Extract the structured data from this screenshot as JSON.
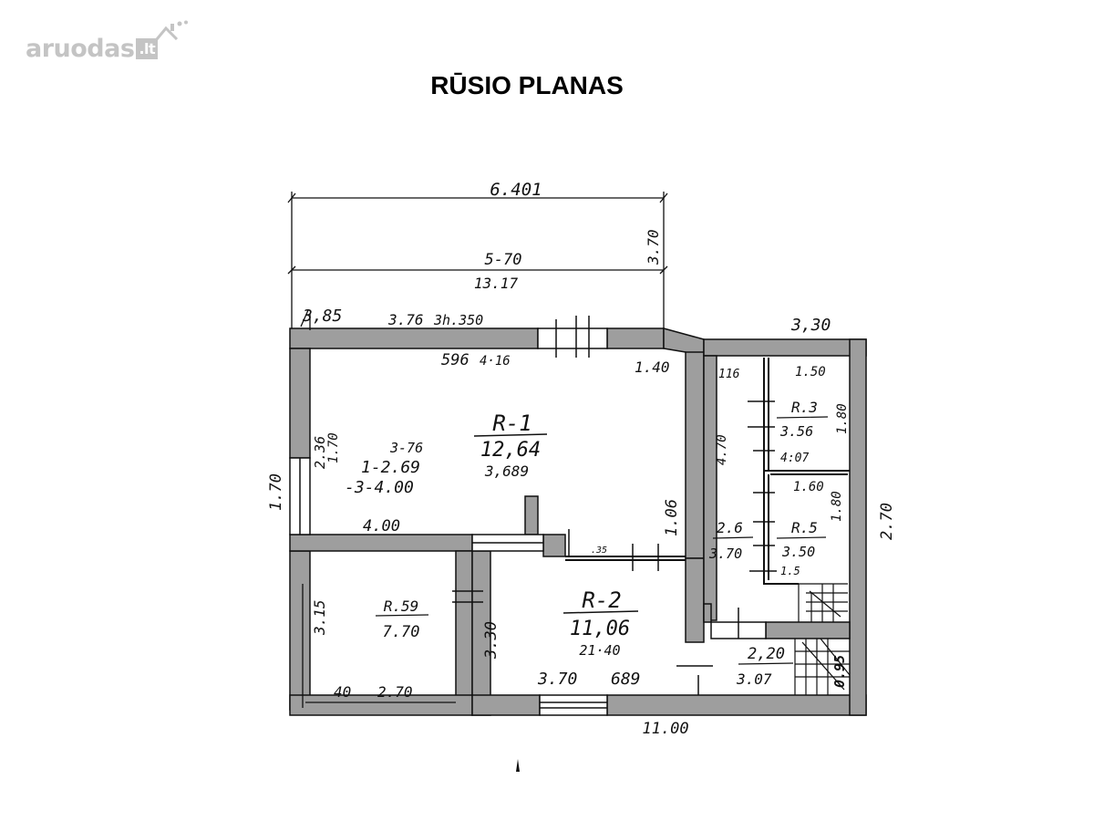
{
  "header": {
    "logo_text": "aruodas",
    "logo_tld": ".lt",
    "title": "RŪSIO PLANAS"
  },
  "icons": {
    "logo": "house-chimney-icon"
  },
  "colors": {
    "wall": "#9e9e9e",
    "line": "#111111",
    "logo": "#c4c4c4"
  },
  "dimensions": {
    "top_overall": "6.401",
    "top_inner": "5-70",
    "top_inner_sub": "13.17",
    "top_right_vertical": "3.70",
    "top_left_corner": "3,85",
    "top_wall_a": "3.76",
    "top_wall_b": "3h.350",
    "right_block_top": "3,30",
    "right_outer": "2.70",
    "left_outer": "1.70",
    "bottom_overall": "11.00"
  },
  "rooms": {
    "r1": {
      "label": "R-1",
      "area": "12,64",
      "sub": "3,689",
      "note_top_a": "596",
      "note_top_b": "4·16",
      "corner": "1.40",
      "left_a": "2.36",
      "left_b": "1.70",
      "inner_a": "3-76",
      "inner_b": "1-2.69",
      "inner_c": "-3-4.00",
      "bottom": "4.00",
      "right": "1.06",
      "small": ".35"
    },
    "r2": {
      "label": "R-2",
      "area": "11,06",
      "sub": "21·40",
      "left": "3.30",
      "bottom_a": "3.70",
      "bottom_b": "689"
    },
    "r59": {
      "label": "R.59",
      "area": "7.70",
      "left": "3.15",
      "bottom_a": "40",
      "bottom_b": "2.70"
    },
    "corridor": {
      "top": "116",
      "side": "4.70",
      "label": "2.6",
      "area": "3.70"
    },
    "r3": {
      "top": "1.50",
      "label": "R.3",
      "area": "3.56",
      "side": "1.80",
      "bottom": "4:07"
    },
    "r5": {
      "top": "1.60",
      "label": "R.5",
      "area": "3.50",
      "side": "1.80",
      "bottom": "1.5"
    },
    "stair": {
      "label": "2,20",
      "area": "3.07",
      "side": "0.95"
    }
  }
}
